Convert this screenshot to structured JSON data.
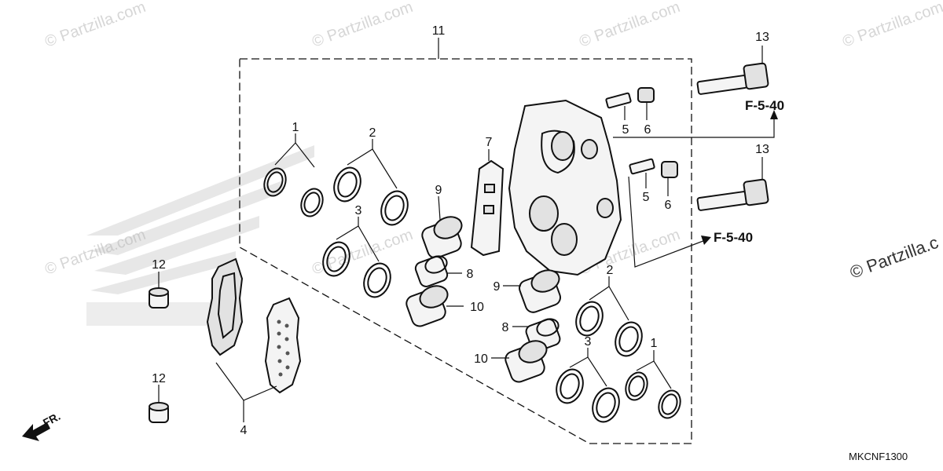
{
  "callouts": {
    "c11": "11",
    "c13a": "13",
    "c13b": "13",
    "c1a": "1",
    "c1b": "1",
    "c2a": "2",
    "c2b": "2",
    "c3a": "3",
    "c3b": "3",
    "c4": "4",
    "c5a": "5",
    "c5b": "5",
    "c6a": "6",
    "c6b": "6",
    "c7": "7",
    "c8a": "8",
    "c8b": "8",
    "c9a": "9",
    "c9b": "9",
    "c10a": "10",
    "c10b": "10",
    "c12a": "12",
    "c12b": "12"
  },
  "references": {
    "upper": "F-5-40",
    "lower": "F-5-40"
  },
  "front_arrow_label": "FR.",
  "diagram_code": "MKCNF1300",
  "watermark": "© Partzilla.com",
  "watermark_side": "© Partzilla.c"
}
